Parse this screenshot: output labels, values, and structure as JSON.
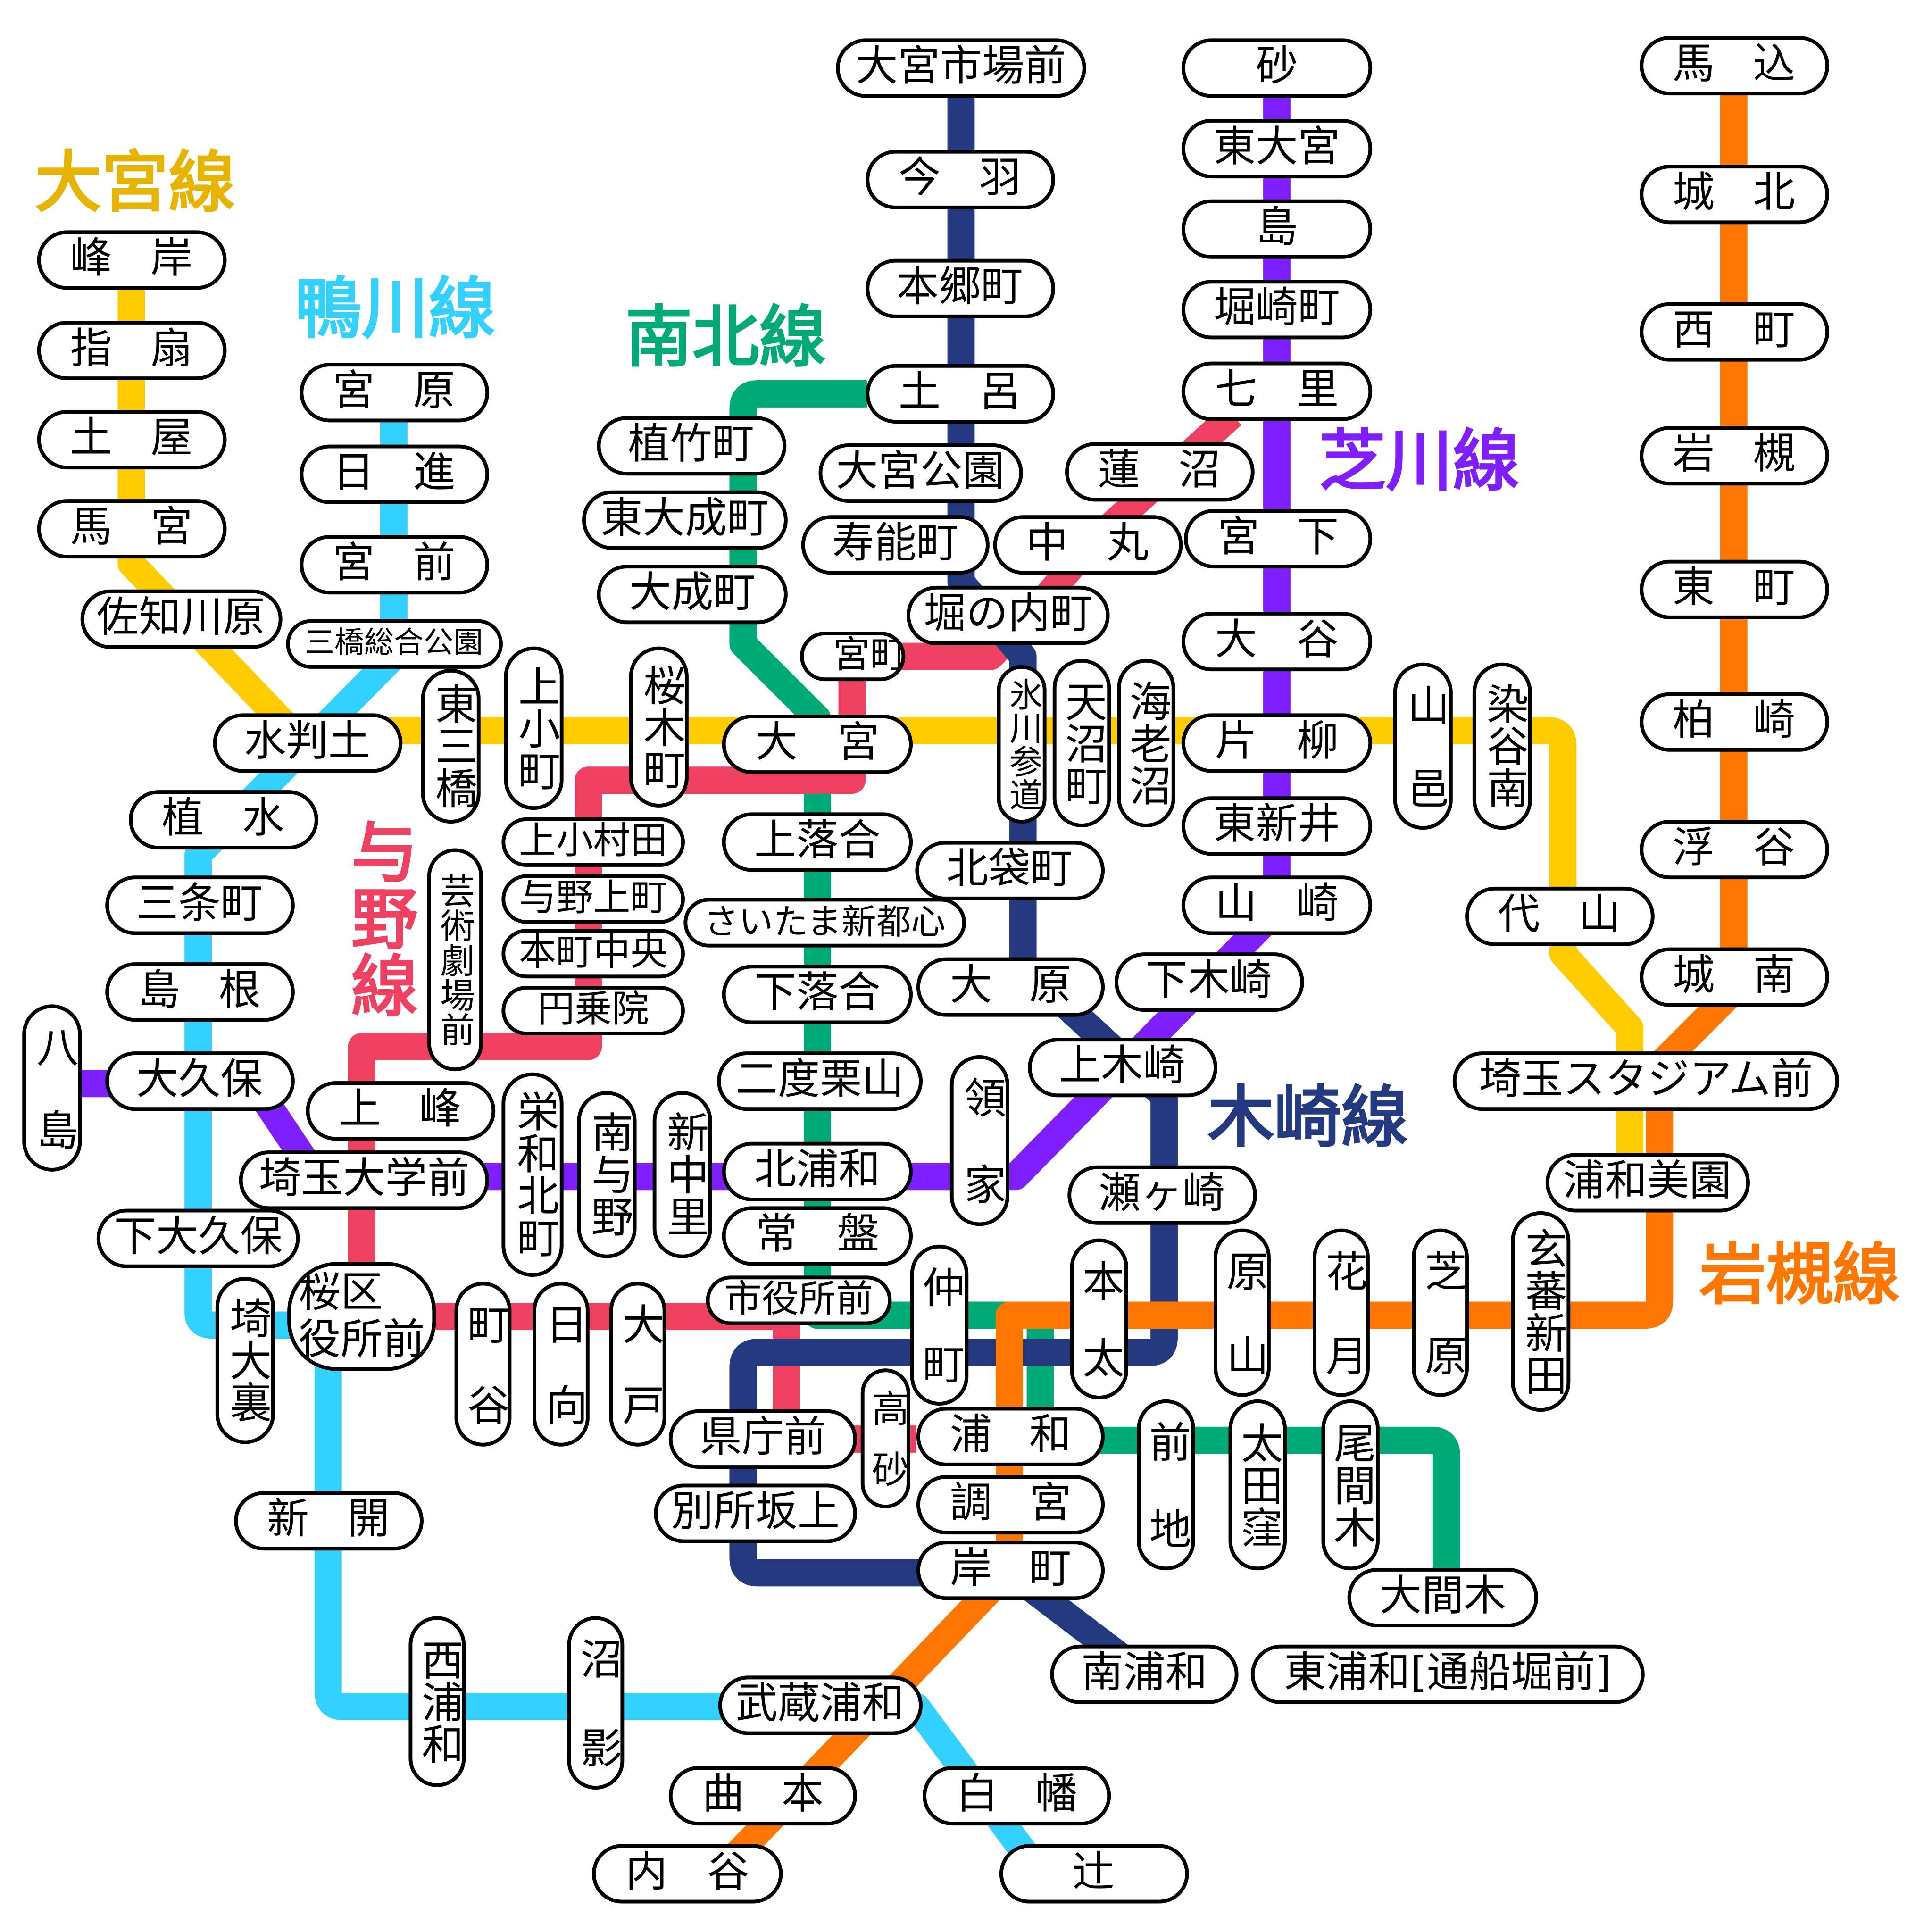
{
  "line_titles": {
    "omiya": "大宮線",
    "kamogawa": "鴨川線",
    "nanboku": "南北線",
    "shibakawa": "芝川線",
    "yono": "与野線",
    "kisaki": "木崎線",
    "iwatsuki": "岩槻線"
  },
  "colors": {
    "omiya": "#FFCC00",
    "omiya_title": "#E6B400",
    "kamogawa": "#33D1FF",
    "nanboku": "#00AA77",
    "shibakawa": "#7F1FFF",
    "yono": "#EE4060",
    "kisaki": "#233A80",
    "iwatsuki": "#FF7700"
  },
  "stations": [
    "峰岸",
    "指扇",
    "土屋",
    "馬宮",
    "佐知川原",
    "水判土",
    "宮原",
    "日進",
    "宮前",
    "三橋総合公園",
    "植水",
    "三条町",
    "島根",
    "大久保",
    "下大久保",
    "八島",
    "上峰",
    "埼玉大学前",
    "東三橋",
    "上小町",
    "桜木町",
    "芸術劇場前",
    "上小村田",
    "与野上町",
    "本町中央",
    "円乗院",
    "大宮",
    "上落合",
    "さいたま新都心",
    "下落合",
    "二度栗山",
    "北浦和",
    "常盤",
    "市役所前",
    "栄和北町",
    "南与野",
    "新中里",
    "領家",
    "桜区\n役所前",
    "埼大裏",
    "町谷",
    "日向",
    "大戸",
    "仲町",
    "高砂",
    "県庁前",
    "別所坂上",
    "浦和",
    "調宮",
    "岸町",
    "本太",
    "原山",
    "花月",
    "芝原",
    "玄蕃新田",
    "前地",
    "太田窪",
    "尾間木",
    "大間木",
    "南浦和",
    "東浦和[通船堀前]",
    "武蔵浦和",
    "曲本",
    "内谷",
    "白幡",
    "辻",
    "新開",
    "西浦和",
    "沼影",
    "大宮市場前",
    "今羽",
    "本郷町",
    "土呂",
    "大宮公園",
    "寿能町",
    "中丸",
    "堀の内町",
    "宮町",
    "植竹町",
    "東大成町",
    "大成町",
    "氷川参道",
    "天沼町",
    "海老沼",
    "北袋町",
    "大原",
    "下木崎",
    "上木崎",
    "瀬ヶ崎",
    "砂",
    "東大宮",
    "島",
    "堀崎町",
    "七里",
    "蓮沼",
    "宮下",
    "大谷",
    "片柳",
    "東新井",
    "山崎",
    "山邑",
    "染谷南",
    "代山",
    "埼玉スタジアム前",
    "浦和美園",
    "馬込",
    "城北",
    "西町",
    "岩槻",
    "東町",
    "柏崎",
    "浮谷",
    "城南"
  ]
}
